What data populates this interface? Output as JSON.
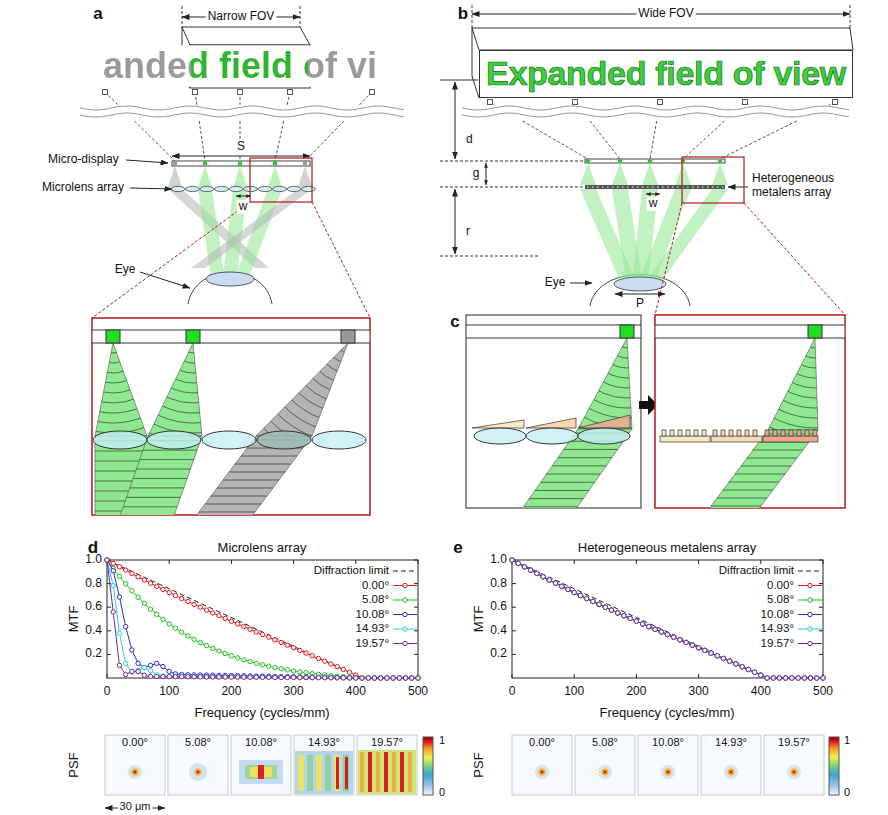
{
  "diagram": {
    "nodes": [
      {
        "text": [
          "Expanded field of view"
        ]
      },
      {
        "text": [
          "0.00°"
        ]
      },
      {
        "text": [
          "5.08°"
        ]
      },
      {
        "text": [
          "10.08°"
        ]
      },
      {
        "text": [
          "14.93°"
        ]
      },
      {
        "text": [
          "19.57°"
        ]
      },
      {
        "text": [
          "0.00°"
        ]
      },
      {
        "text": [
          "5.08°"
        ]
      },
      {
        "text": [
          "10.08°"
        ]
      },
      {
        "text": [
          "14.93°"
        ]
      },
      {
        "text": [
          "19.57°"
        ]
      }
    ],
    "labels": [
      "a",
      "b",
      "c",
      "d",
      "e",
      "Narrow FOV",
      "anded field of vi",
      "Micro-display",
      "S",
      "Microlens array",
      "w",
      "Eye",
      "Wide FOV",
      "d",
      "g",
      "r",
      "Heterogeneous metalens array",
      "w",
      "Eye",
      "P",
      "Microlens array",
      "MTF",
      "Frequency (cycles/mm)",
      "0",
      "100",
      "200",
      "300",
      "400",
      "500",
      "1.0",
      "0.8",
      "0.6",
      "0.4",
      "0.2",
      "PSF",
      "30 μm",
      "1",
      "0",
      "Heterogeneous metalens array",
      "MTF",
      "Frequency (cycles/mm)",
      "0",
      "100",
      "200",
      "300",
      "400",
      "500",
      "1.0",
      "0.8",
      "0.6",
      "0.4",
      "0.2",
      "PSF",
      "1",
      "0"
    ],
    "legend": [
      {
        "text": "Diffraction limit"
      },
      {
        "text": "0.00°"
      },
      {
        "text": "5.08°"
      },
      {
        "text": "10.08°"
      },
      {
        "text": "14.93°"
      },
      {
        "text": "19.57°"
      },
      {
        "text": "Diffraction limit"
      },
      {
        "text": "0.00°"
      },
      {
        "text": "5.08°"
      },
      {
        "text": "10.08°"
      },
      {
        "text": "14.93°"
      },
      {
        "text": "19.57°"
      }
    ]
  }
}
